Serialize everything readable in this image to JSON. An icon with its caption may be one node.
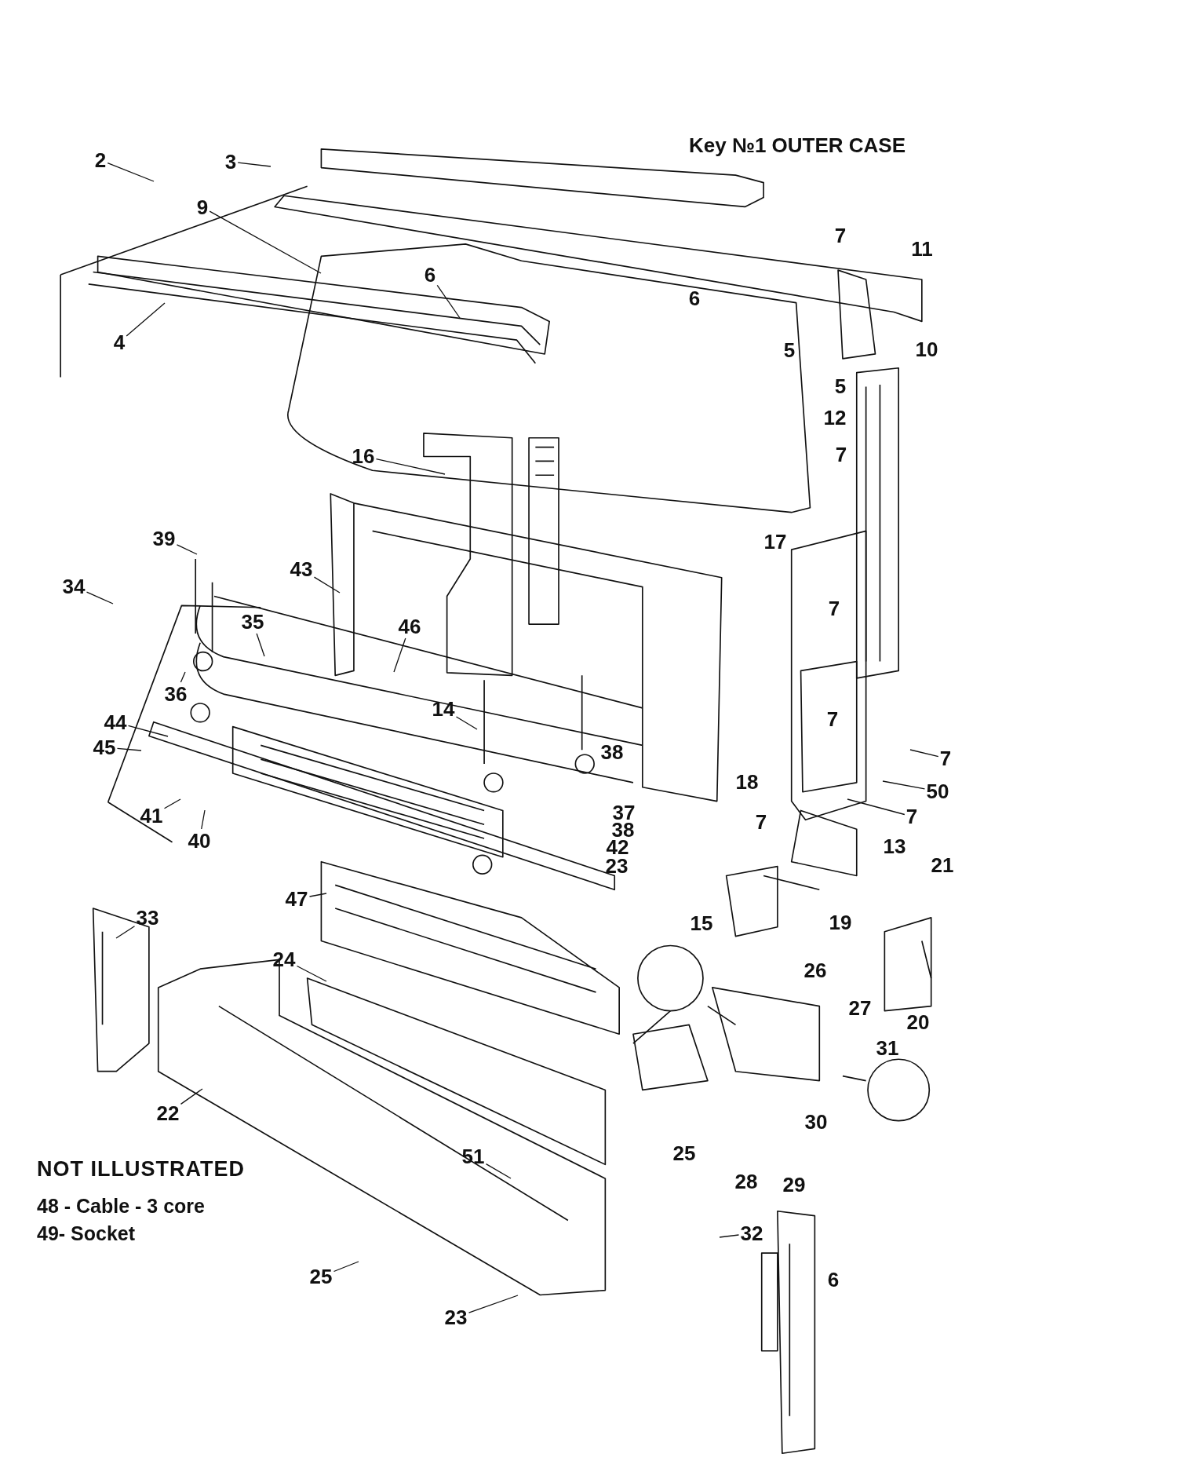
{
  "diagram": {
    "title": "Key №1 OUTER CASE",
    "nodes": [
      {
        "text": [
          "2"
        ]
      },
      {
        "text": [
          "3"
        ]
      },
      {
        "text": [
          "9"
        ]
      },
      {
        "text": [
          "6"
        ]
      },
      {
        "text": [
          "4"
        ]
      },
      {
        "text": [
          "16"
        ]
      },
      {
        "text": [
          "39"
        ]
      },
      {
        "text": [
          "43"
        ]
      },
      {
        "text": [
          "34"
        ]
      },
      {
        "text": [
          "35"
        ]
      },
      {
        "text": [
          "46"
        ]
      },
      {
        "text": [
          "36"
        ]
      },
      {
        "text": [
          "14"
        ]
      },
      {
        "text": [
          "44"
        ]
      },
      {
        "text": [
          "45"
        ]
      },
      {
        "text": [
          "7"
        ]
      },
      {
        "text": [
          "50"
        ]
      },
      {
        "text": [
          "7"
        ]
      },
      {
        "text": [
          "41"
        ]
      },
      {
        "text": [
          "40"
        ]
      },
      {
        "text": [
          "47"
        ]
      },
      {
        "text": [
          "33"
        ]
      },
      {
        "text": [
          "24"
        ]
      },
      {
        "text": [
          "22"
        ]
      },
      {
        "text": [
          "51"
        ]
      },
      {
        "text": [
          "32"
        ]
      },
      {
        "text": [
          "25"
        ]
      },
      {
        "text": [
          "23"
        ]
      }
    ],
    "edges": [
      {
        "from": 0,
        "to": null,
        "arrow": "none"
      },
      {
        "from": 1,
        "to": null,
        "arrow": "none"
      },
      {
        "from": 2,
        "to": null,
        "arrow": "none"
      },
      {
        "from": 3,
        "to": null,
        "arrow": "none"
      },
      {
        "from": 4,
        "to": null,
        "arrow": "none"
      },
      {
        "from": 5,
        "to": null,
        "arrow": "none"
      },
      {
        "from": 6,
        "to": null,
        "arrow": "none"
      },
      {
        "from": 7,
        "to": null,
        "arrow": "none"
      },
      {
        "from": 8,
        "to": null,
        "arrow": "none"
      },
      {
        "from": 9,
        "to": null,
        "arrow": "none"
      },
      {
        "from": 10,
        "to": null,
        "arrow": "none"
      },
      {
        "from": 11,
        "to": null,
        "arrow": "none"
      },
      {
        "from": 12,
        "to": null,
        "arrow": "none"
      },
      {
        "from": 13,
        "to": null,
        "arrow": "none"
      },
      {
        "from": 14,
        "to": null,
        "arrow": "none"
      },
      {
        "from": 15,
        "to": null,
        "arrow": "none"
      },
      {
        "from": 16,
        "to": null,
        "arrow": "none"
      },
      {
        "from": 17,
        "to": null,
        "arrow": "none"
      },
      {
        "from": 18,
        "to": null,
        "arrow": "none"
      },
      {
        "from": 19,
        "to": null,
        "arrow": "none"
      },
      {
        "from": 20,
        "to": null,
        "arrow": "none"
      },
      {
        "from": 21,
        "to": null,
        "arrow": "none"
      },
      {
        "from": 22,
        "to": null,
        "arrow": "none"
      },
      {
        "from": 23,
        "to": null,
        "arrow": "none"
      },
      {
        "from": 24,
        "to": null,
        "arrow": "none"
      },
      {
        "from": 25,
        "to": null,
        "arrow": "none"
      },
      {
        "from": 26,
        "to": null,
        "arrow": "none"
      },
      {
        "from": 27,
        "to": null,
        "arrow": "none"
      }
    ],
    "labels": [
      "7",
      "11",
      "6",
      "5",
      "10",
      "5",
      "12",
      "7",
      "17",
      "7",
      "7",
      "38",
      "18",
      "37",
      "38",
      "42",
      "23",
      "7",
      "13",
      "21",
      "15",
      "19",
      "26",
      "27",
      "20",
      "31",
      "30",
      "25",
      "28",
      "29",
      "NOT ILLUSTRATED",
      "48 - Cable - 3 core",
      "49- Socket",
      "6"
    ]
  }
}
